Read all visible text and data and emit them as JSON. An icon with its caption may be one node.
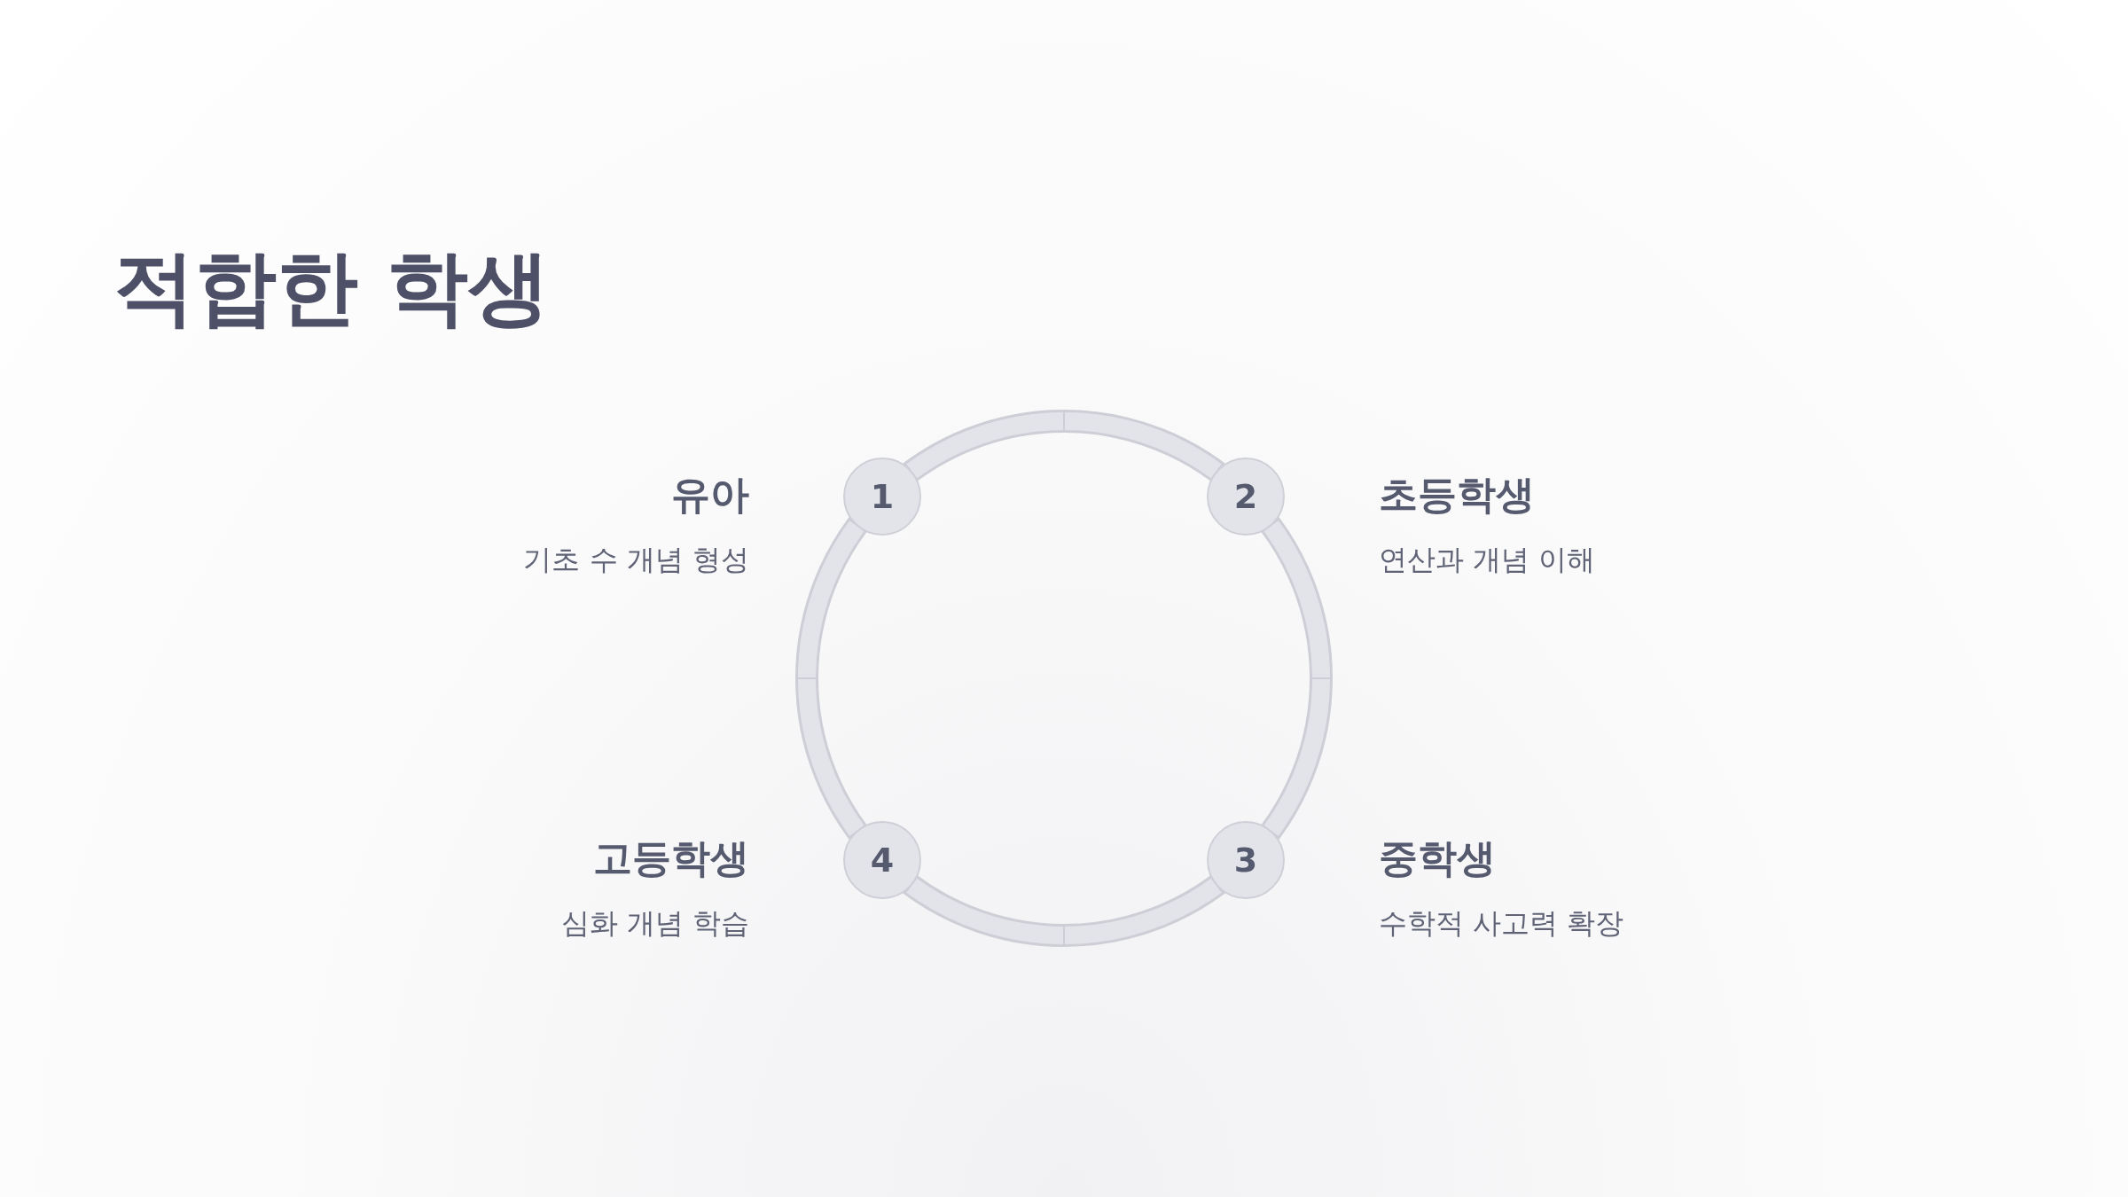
{
  "diagram": {
    "title": "적합한 학생",
    "nodes": [
      {
        "text": [
          "1"
        ],
        "beside": [
          "유아",
          "기초 수 개념 형성"
        ]
      },
      {
        "text": [
          "2"
        ],
        "beside": [
          "초등학생",
          "연산과 개념 이해"
        ]
      },
      {
        "text": [
          "3"
        ],
        "beside": [
          "중학생",
          "수학적 사고력 확장"
        ]
      },
      {
        "text": [
          "4"
        ],
        "beside": [
          "고등학생",
          "심화 개념 학습"
        ]
      }
    ],
    "edges": [
      {
        "from": 0,
        "to": 1,
        "arrow": "none"
      },
      {
        "from": 1,
        "to": 2,
        "arrow": "none"
      },
      {
        "from": 2,
        "to": 3,
        "arrow": "none"
      },
      {
        "from": 3,
        "to": 0,
        "arrow": "none"
      }
    ]
  }
}
